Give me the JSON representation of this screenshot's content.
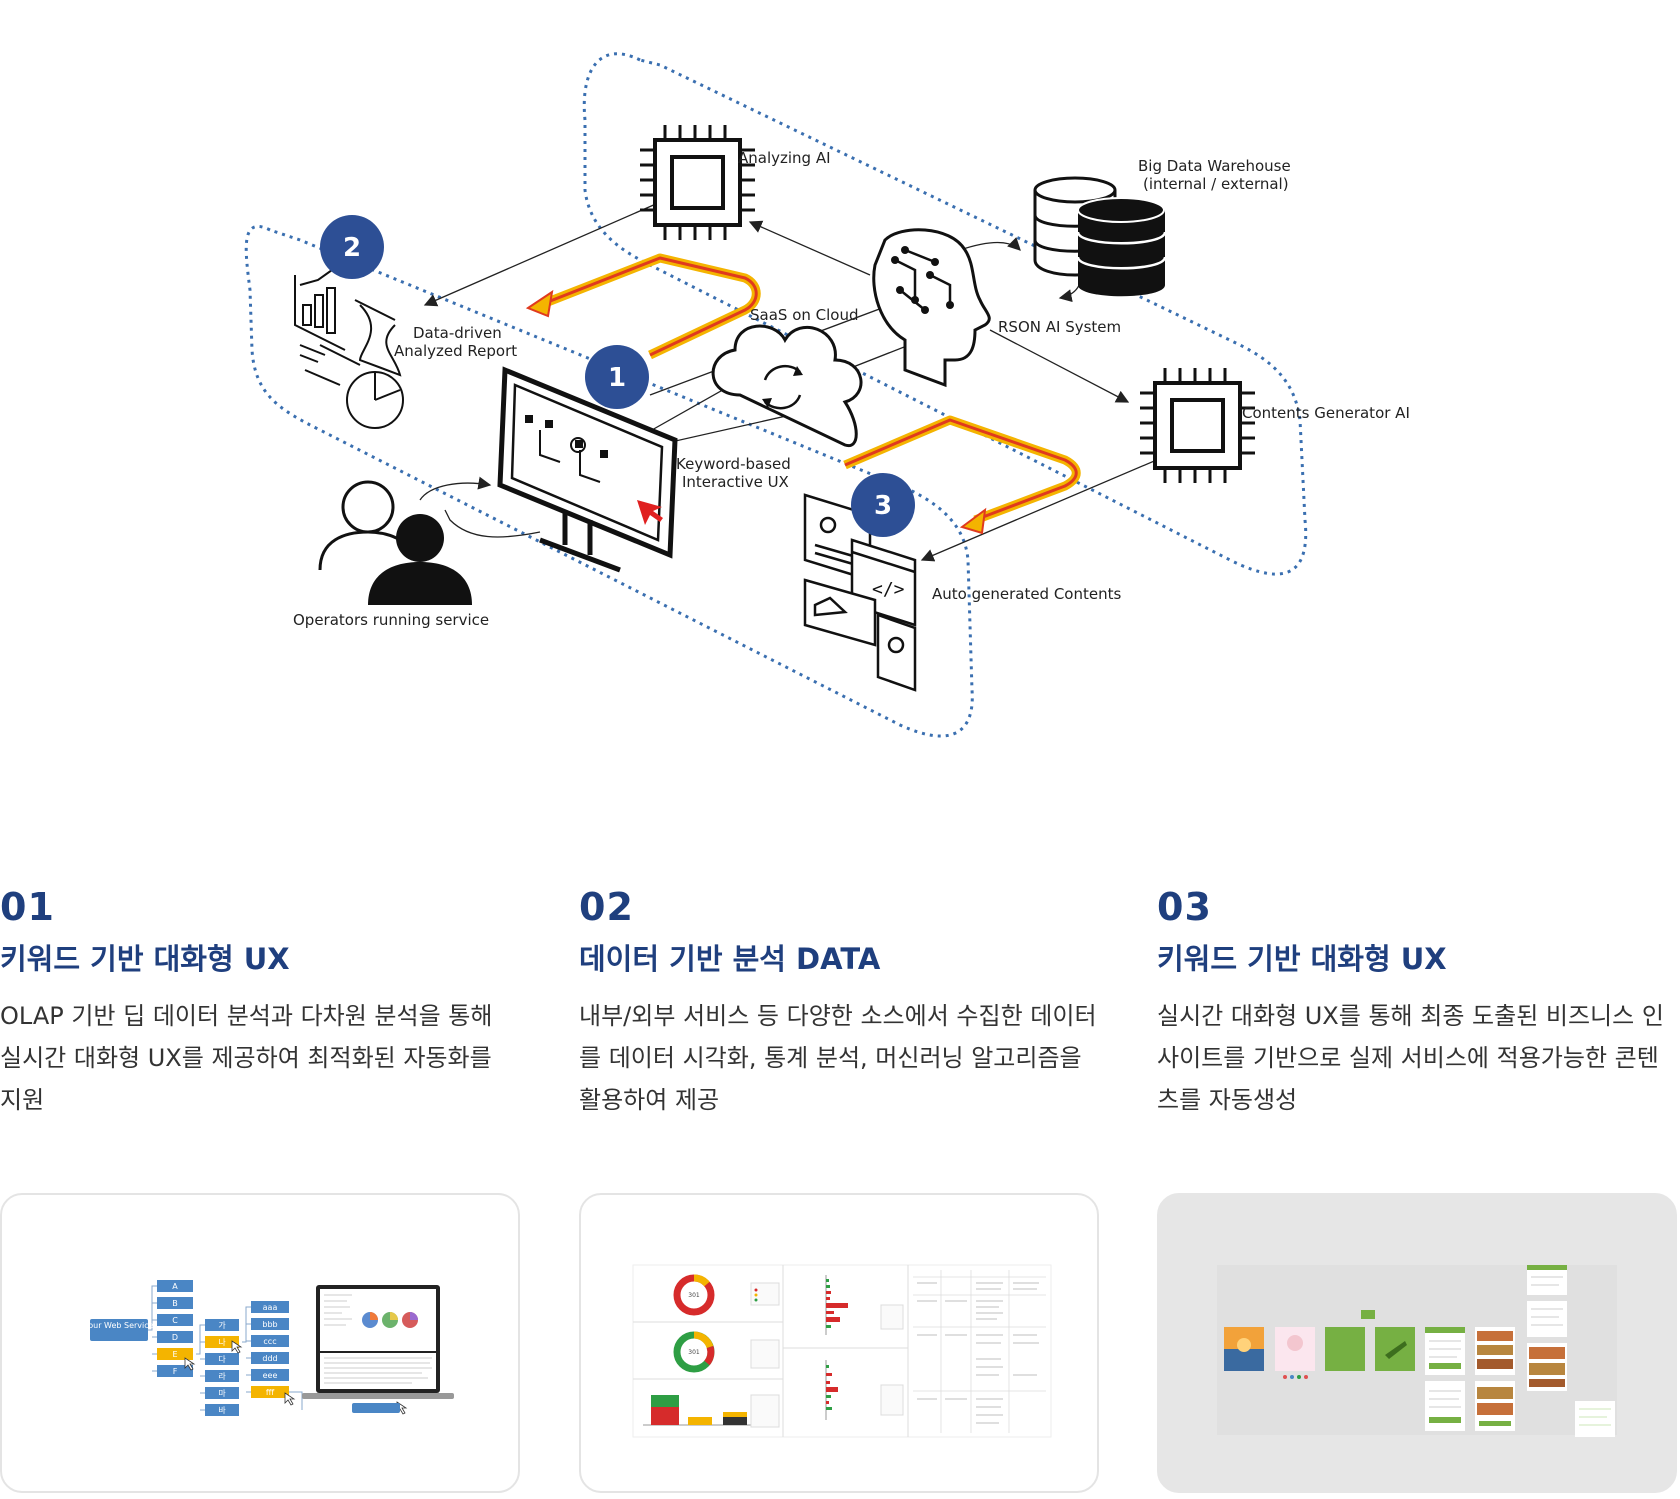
{
  "diagram": {
    "labels": {
      "analyzing_ai": "Analyzing AI",
      "big_data_line1": "Big Data Warehouse",
      "big_data_line2": "(internal / external)",
      "saas": "SaaS on Cloud",
      "rson": "RSON AI System",
      "report_line1": "Data-driven",
      "report_line2": "Analyzed Report",
      "contents_ai": "Contents Generator AI",
      "keyword_line1": "Keyword-based",
      "keyword_line2": "Interactive UX",
      "auto_contents": "Auto generated Contents",
      "operators": "Operators running service"
    },
    "badges": [
      "1",
      "2",
      "3"
    ],
    "colors": {
      "badge": "#2d4f95",
      "dashed_border": "#3a6fb0",
      "flow_arrow_outer": "#f4b400",
      "flow_arrow_inner": "#e03a1e",
      "cursor": "#e02020"
    }
  },
  "columns": [
    {
      "num": "01",
      "title": "키워드 기반 대화형 UX",
      "desc": "OLAP 기반 딥 데이터 분석과 다차원 분석을 통해 실시간 대화형 UX를 제공하여 최적화된 자동화를 지원"
    },
    {
      "num": "02",
      "title": "데이터 기반 분석 DATA",
      "desc": "내부/외부 서비스 등 다양한 소스에서 수집한 데이터를 데이터 시각화, 통계 분석, 머신러닝 알고리즘을 활용하여 제공"
    },
    {
      "num": "03",
      "title": "키워드 기반 대화형 UX",
      "desc": "실시간 대화형 UX를 통해 최종 도출된 비즈니스 인사이트를 기반으로 실제 서비스에 적용가능한 콘텐츠를 자동생성"
    }
  ],
  "card1": {
    "root": "Your Web Service",
    "col_a": [
      "A",
      "B",
      "C",
      "D",
      "E",
      "F"
    ],
    "col_b": [
      "가",
      "나",
      "다",
      "라",
      "마",
      "바"
    ],
    "col_c": [
      "aaa",
      "bbb",
      "ccc",
      "ddd",
      "eee",
      "fff"
    ]
  },
  "card2": {
    "donut_values": [
      "301",
      "301"
    ]
  },
  "colors": {
    "heading": "#1f3f7e",
    "body_text": "#333333",
    "card_border": "#e4e4e4",
    "card3_bg": "#e6e6e6"
  }
}
